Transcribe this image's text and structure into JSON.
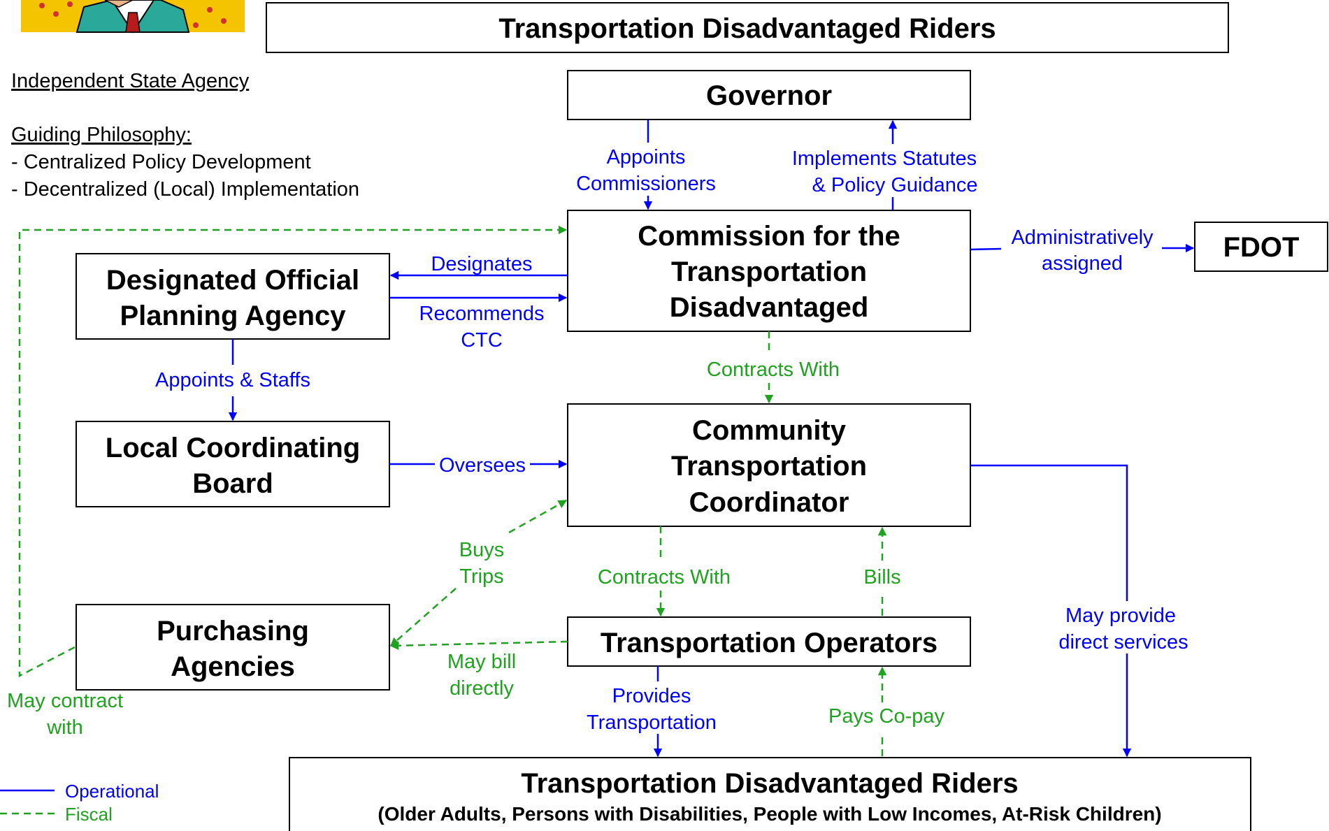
{
  "header": {
    "title": "Transportation Disadvantaged Riders"
  },
  "info": {
    "agency_type": "Independent State Agency",
    "philosophy_heading": "Guiding Philosophy:",
    "philosophy_items": [
      "- Centralized Policy Development",
      "- Decentralized (Local) Implementation"
    ]
  },
  "boxes": {
    "governor": [
      "Governor"
    ],
    "commission": [
      "Commission for the",
      "Transportation",
      "Disadvantaged"
    ],
    "fdot": [
      "FDOT"
    ],
    "dopa": [
      "Designated Official",
      "Planning Agency"
    ],
    "lcb": [
      "Local Coordinating",
      "Board"
    ],
    "ctc": [
      "Community",
      "Transportation",
      "Coordinator"
    ],
    "purchasing": [
      "Purchasing",
      "Agencies"
    ],
    "operators": [
      "Transportation Operators"
    ],
    "riders": {
      "title": "Transportation Disadvantaged Riders",
      "subtitle": "(Older Adults, Persons with Disabilities, People with Low Incomes, At-Risk Children)"
    }
  },
  "connections": {
    "appoints_commissioners": [
      "Appoints",
      "Commissioners"
    ],
    "implements_statutes": [
      "Implements Statutes",
      "& Policy Guidance"
    ],
    "administratively_assigned": [
      "Administratively",
      "assigned"
    ],
    "designates": [
      "Designates"
    ],
    "recommends_ctc": [
      "Recommends",
      "CTC"
    ],
    "appoints_staffs": [
      "Appoints & Staffs"
    ],
    "oversees": [
      "Oversees"
    ],
    "contracts_with_ctc": [
      "Contracts With"
    ],
    "buys_trips": [
      "Buys",
      "Trips"
    ],
    "contracts_with_operators": [
      "Contracts With"
    ],
    "bills": [
      "Bills"
    ],
    "may_provide_direct": [
      "May provide",
      "direct services"
    ],
    "may_bill_directly": [
      "May bill",
      "directly"
    ],
    "may_contract_with": [
      "May contract",
      "with"
    ],
    "provides_transportation": [
      "Provides",
      "Transportation"
    ],
    "pays_copay": [
      "Pays Co-pay"
    ]
  },
  "legend": {
    "operational": "Operational",
    "fiscal": "Fiscal"
  },
  "colors": {
    "operational": "#0000ff",
    "fiscal": "#1fa21f",
    "box_border": "#000000"
  },
  "icons": {
    "corner_illustration": "cartoon-man-illustration"
  }
}
